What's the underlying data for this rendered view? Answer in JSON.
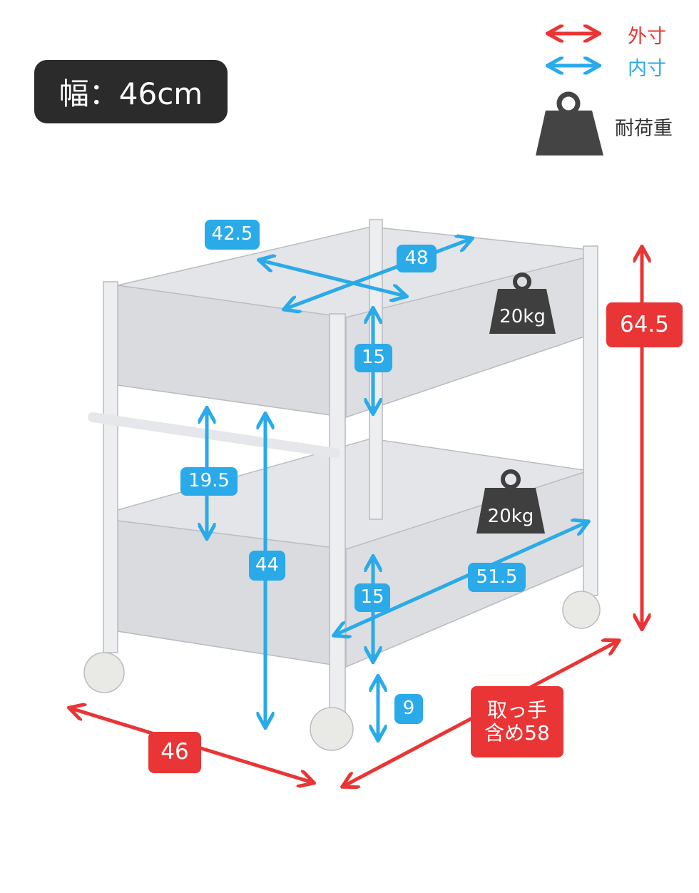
{
  "title": "幅：46cm",
  "legend": {
    "outer": {
      "label": "外寸",
      "color": "#e93535"
    },
    "inner": {
      "label": "内寸",
      "color": "#2aaae9"
    },
    "load": {
      "label": "耐荷重",
      "icon": "weight-icon"
    }
  },
  "inner_dimensions": {
    "top_width": "42.5",
    "top_depth": "48",
    "top_height": "15",
    "gap_height": "19.5",
    "lower_top_height": "44",
    "bottom_height": "15",
    "bottom_depth": "51.5",
    "floor_clearance": "9"
  },
  "outer_dimensions": {
    "height": "64.5",
    "width": "46",
    "depth_with_handle": "取っ手\n含め58"
  },
  "load": {
    "top": "20kg",
    "bottom": "20kg"
  }
}
